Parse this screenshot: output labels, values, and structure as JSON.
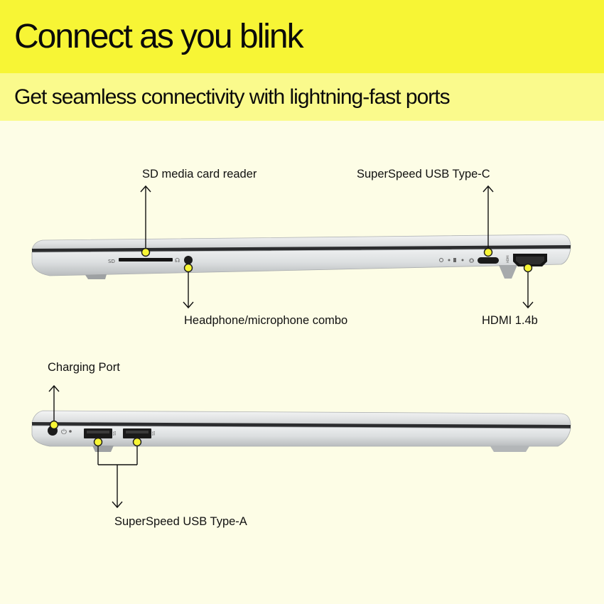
{
  "header": {
    "title": "Connect as you blink",
    "subtitle": "Get seamless connectivity with lightning-fast ports"
  },
  "labels": {
    "sd_reader": "SD media card reader",
    "usb_c": "SuperSpeed USB Type-C",
    "headphone": "Headphone/microphone combo",
    "hdmi": "HDMI 1.4b",
    "charging": "Charging Port",
    "usb_a": "SuperSpeed USB Type-A"
  },
  "port_marks": {
    "sd": "SD",
    "hdmi": "HDMI"
  },
  "colors": {
    "title_band": "#f7f535",
    "subtitle_band": "#fafa8c",
    "background": "#fdfde6",
    "marker": "#f7f535"
  }
}
